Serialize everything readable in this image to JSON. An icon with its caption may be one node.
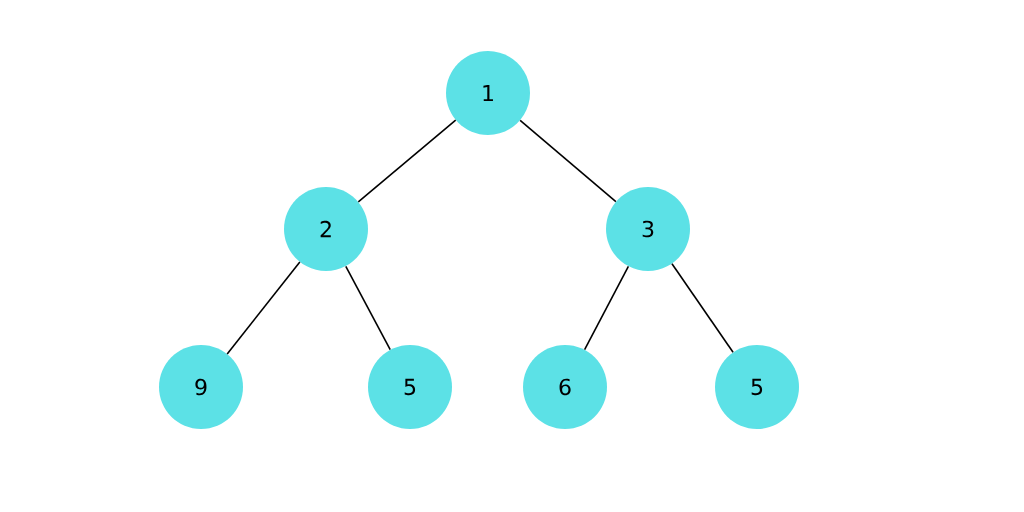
{
  "diagram": {
    "nodes": [
      {
        "text": [
          "1"
        ]
      },
      {
        "text": [
          "2"
        ]
      },
      {
        "text": [
          "3"
        ]
      },
      {
        "text": [
          "9"
        ]
      },
      {
        "text": [
          "5"
        ]
      },
      {
        "text": [
          "6"
        ]
      },
      {
        "text": [
          "5"
        ]
      }
    ],
    "edges": [
      {
        "from": 0,
        "to": 1,
        "arrow": "none"
      },
      {
        "from": 0,
        "to": 2,
        "arrow": "none"
      },
      {
        "from": 1,
        "to": 3,
        "arrow": "none"
      },
      {
        "from": 1,
        "to": 4,
        "arrow": "none"
      },
      {
        "from": 2,
        "to": 5,
        "arrow": "none"
      },
      {
        "from": 2,
        "to": 6,
        "arrow": "none"
      }
    ]
  }
}
